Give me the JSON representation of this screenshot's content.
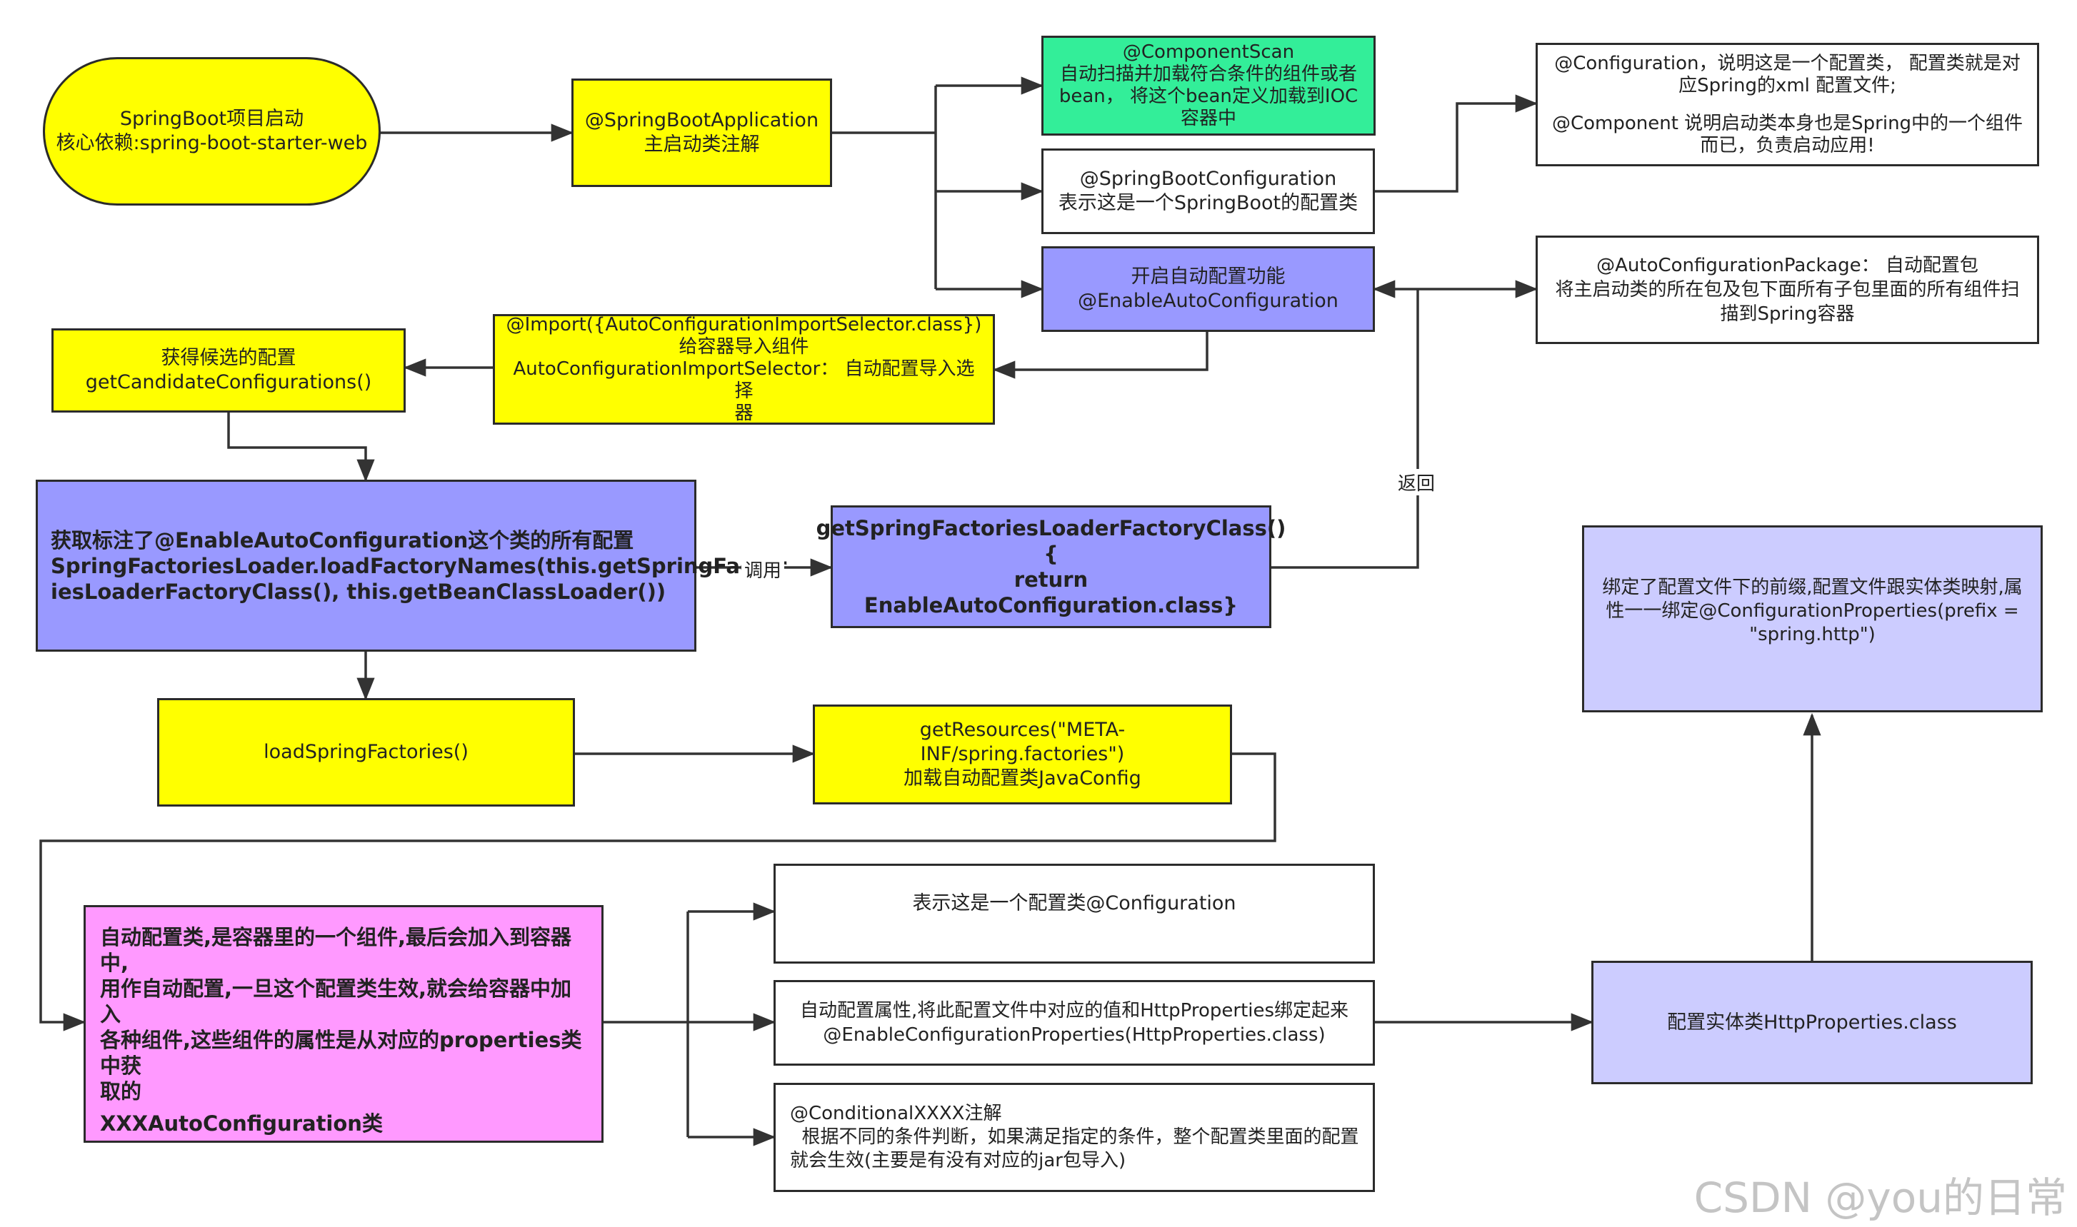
{
  "nodes": {
    "start": [
      "SpringBoot项目启动",
      "核心依赖:spring-boot-starter-web"
    ],
    "sba": [
      "@SpringBootApplication",
      "主启动类注解"
    ],
    "cscan": [
      "@ComponentScan",
      "自动扫描并加载符合条件的组件或者",
      "bean， 将这个bean定义加载到IOC",
      "容器中"
    ],
    "sbconf": [
      "@SpringBootConfiguration",
      "表示这是一个SpringBoot的配置类"
    ],
    "confnote": [
      "@Configuration，说明这是一个配置类， 配置类就是对",
      "应Spring的xml 配置文件;",
      "",
      "@Component 说明启动类本身也是Spring中的一个组件",
      "而已，负责启动应用!"
    ],
    "enable": [
      "开启自动配置功能",
      "@EnableAutoConfiguration"
    ],
    "pkg": [
      "@AutoConfigurationPackage： 自动配置包",
      "将主启动类的所在包及包下面所有子包里面的所有组件扫",
      "描到Spring容器"
    ],
    "import": [
      "@Import({AutoConfigurationImportSelector.class})",
      "给容器导入组件",
      "AutoConfigurationImportSelector： 自动配置导入选择",
      "器"
    ],
    "candidate": [
      "获得候选的配置",
      "getCandidateConfigurations()"
    ],
    "loadnames": [
      "获取标注了@EnableAutoConfiguration这个类的所有配置",
      "SpringFactoriesLoader.loadFactoryNames(this.getSpringFactor",
      "iesLoaderFactoryClass(), this.getBeanClassLoader())"
    ],
    "getsfl": [
      "getSpringFactoriesLoaderFactoryClass(){",
      "return EnableAutoConfiguration.class}"
    ],
    "loadsf": [
      "loadSpringFactories()"
    ],
    "getres": [
      "getResources(\"META-INF/spring.factories\")",
      "加载自动配置类JavaConfig"
    ],
    "autoconf": [
      "自动配置类,是容器里的一个组件,最后会加入到容器中,",
      "用作自动配置,一旦这个配置类生效,就会给容器中加入",
      "各种组件,这些组件的属性是从对应的properties类中获",
      "取的",
      "",
      "",
      "XXXAutoConfiguration类"
    ],
    "isconf": [
      "表示这是一个配置类@Configuration"
    ],
    "enableprops": [
      "自动配置属性,将此配置文件中对应的值和HttpProperties绑定起来",
      "@EnableConfigurationProperties(HttpProperties.class)"
    ],
    "conditional": [
      "@ConditionalXXXX注解",
      "  根据不同的条件判断，如果满足指定的条件，整个配置类里面的配置",
      "就会生效(主要是有没有对应的jar包导入)"
    ],
    "httpprops": [
      "配置实体类HttpProperties.class"
    ],
    "bind": [
      "绑定了配置文件下的前缀,配置文件跟实体类映射,属",
      "性一一绑定@ConfigurationProperties(prefix =",
      "\"spring.http\")"
    ]
  },
  "edge_labels": {
    "call": "调用",
    "return": "返回"
  },
  "watermark": "CSDN @you的日常",
  "colors": {
    "yellow": "#ffff00",
    "green": "#33ee99",
    "purple": "#9999ff",
    "lavender": "#ccccff",
    "pink": "#ff99ff",
    "line": "#333333"
  }
}
